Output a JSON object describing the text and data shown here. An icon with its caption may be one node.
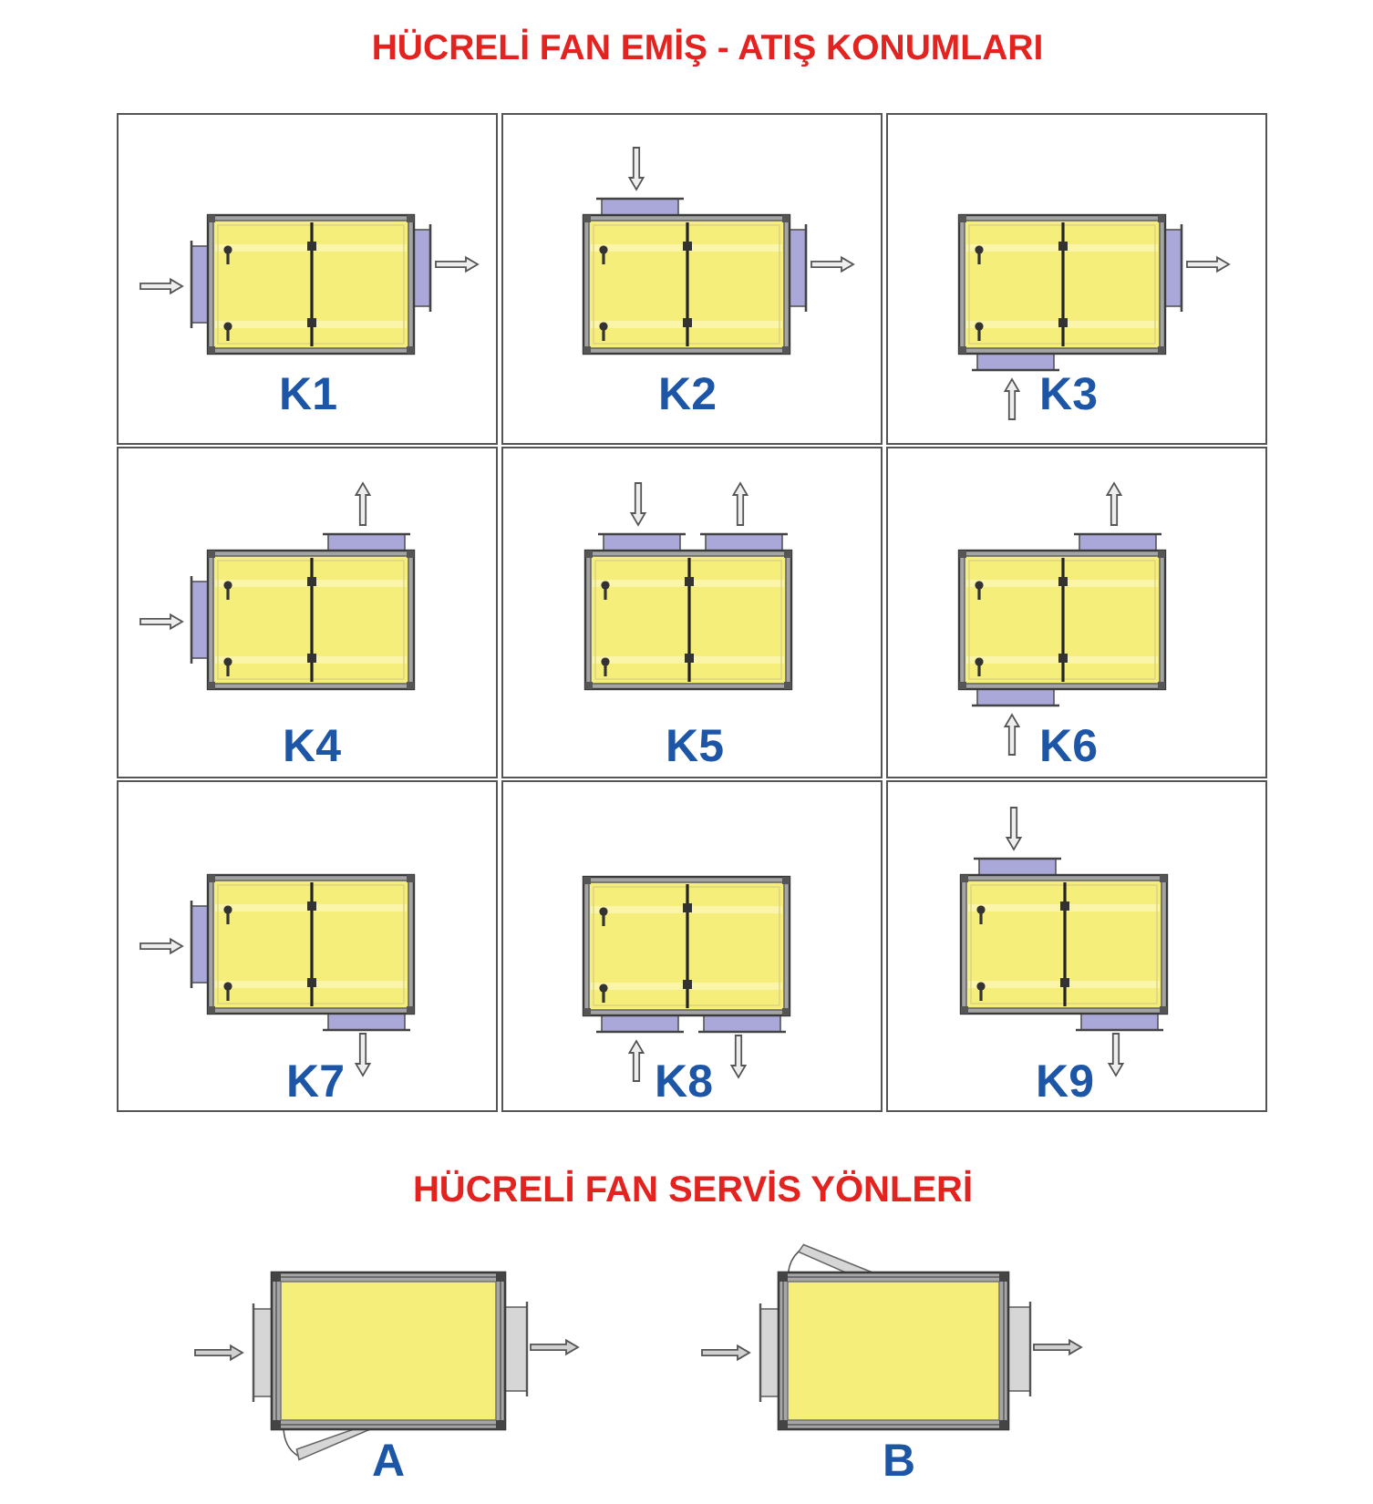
{
  "diagram": {
    "title": "HÜCRELİ FAN EMİŞ - ATIŞ KONUMLARI",
    "nodes": [
      {
        "text": [
          "K1"
        ]
      },
      {
        "text": [
          "K2"
        ]
      },
      {
        "text": [
          "K3"
        ]
      },
      {
        "text": [
          "K4"
        ]
      },
      {
        "text": [
          "K5"
        ]
      },
      {
        "text": [
          "K6"
        ]
      },
      {
        "text": [
          "K7"
        ]
      },
      {
        "text": [
          "K8"
        ]
      },
      {
        "text": [
          "K9"
        ]
      }
    ],
    "labels": [
      "HÜCRELİ FAN SERVİS YÖNLERİ",
      "A",
      "B"
    ]
  }
}
